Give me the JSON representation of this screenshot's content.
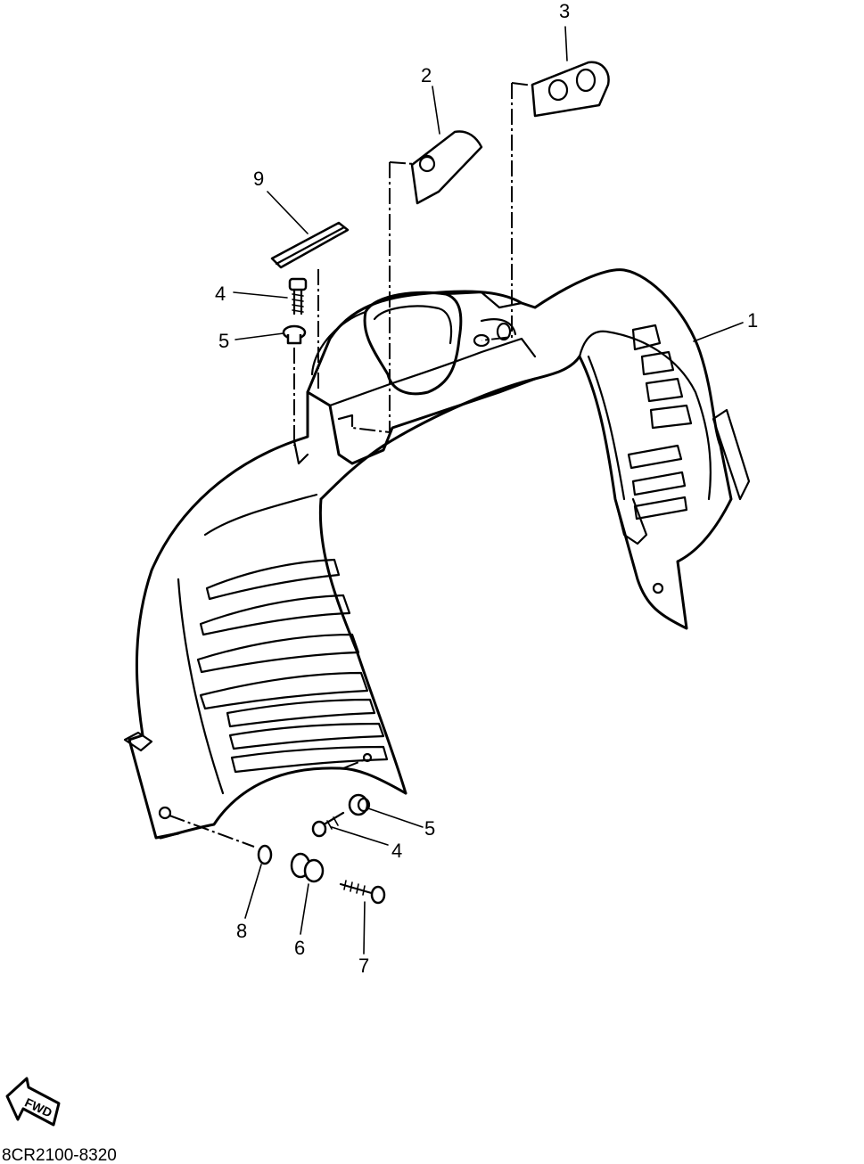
{
  "diagram_code": "8CR2100-8320",
  "fwd_label": "FWD",
  "parts": [
    {
      "id": "p1",
      "number": "1"
    },
    {
      "id": "p2",
      "number": "2"
    },
    {
      "id": "p3",
      "number": "3"
    },
    {
      "id": "p4a",
      "number": "4"
    },
    {
      "id": "p4b",
      "number": "4"
    },
    {
      "id": "p5a",
      "number": "5"
    },
    {
      "id": "p5b",
      "number": "5"
    },
    {
      "id": "p6",
      "number": "6"
    },
    {
      "id": "p7",
      "number": "7"
    },
    {
      "id": "p8",
      "number": "8"
    },
    {
      "id": "p9",
      "number": "9"
    }
  ]
}
